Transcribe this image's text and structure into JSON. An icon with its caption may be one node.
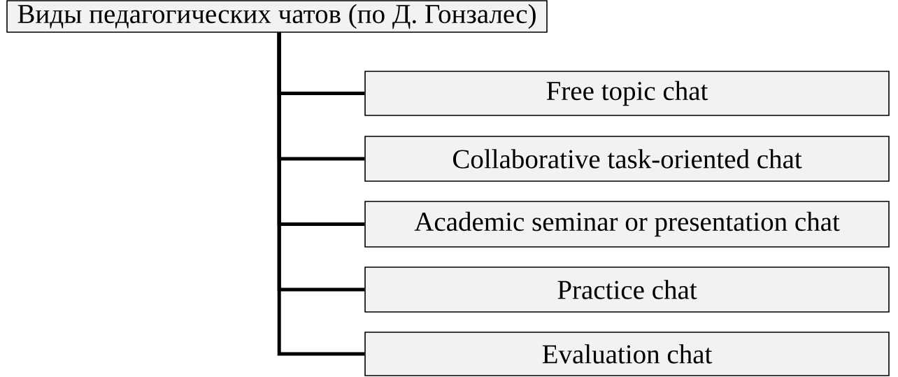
{
  "diagram": {
    "nodes": [
      {
        "text": [
          "Виды педагогических чатов (по Д. Гонзалес)"
        ]
      },
      {
        "text": [
          "Free topic chat"
        ]
      },
      {
        "text": [
          "Collaborative task-oriented chat"
        ]
      },
      {
        "text": [
          "Academic seminar or presentation chat"
        ]
      },
      {
        "text": [
          "Practice chat"
        ]
      },
      {
        "text": [
          "Evaluation chat"
        ]
      }
    ],
    "edges": [
      {
        "from": 0,
        "to": 1,
        "arrow": "none"
      },
      {
        "from": 0,
        "to": 2,
        "arrow": "none"
      },
      {
        "from": 0,
        "to": 3,
        "arrow": "none"
      },
      {
        "from": 0,
        "to": 4,
        "arrow": "none"
      },
      {
        "from": 0,
        "to": 5,
        "arrow": "none"
      }
    ]
  }
}
